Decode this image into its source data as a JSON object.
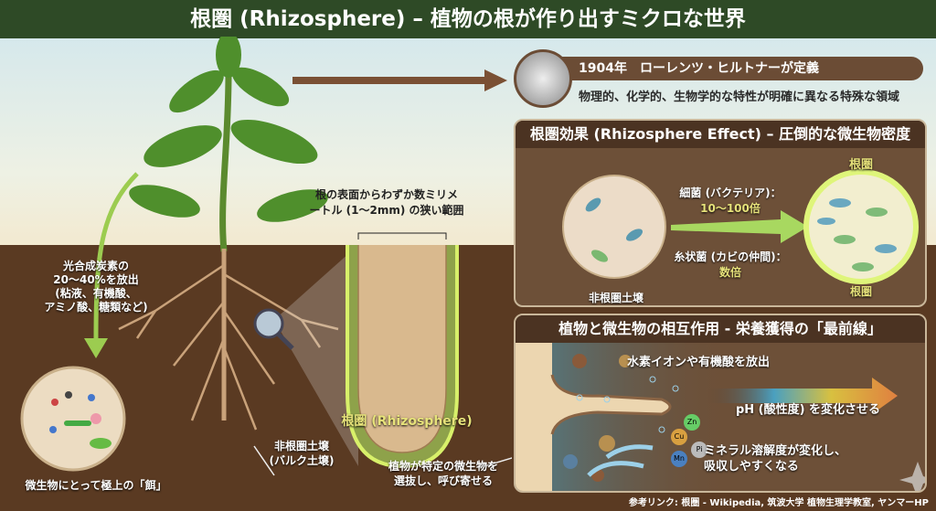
{
  "title": "根圏 (Rhizosphere) – 植物の根が作り出すミクロな世界",
  "history": {
    "heading": "1904年　ローレンツ・ヒルトナーが定義",
    "description": "物理的、化学的、生物学的な特性が明確に異なる特殊な領域"
  },
  "left": {
    "exudate_label": "光合成炭素の\n20〜40%を放出\n(粘液、有機酸、\nアミノ酸、糖類など)",
    "food_label": "微生物にとって極上の「餌」",
    "bulk_soil_label": "非根圏土壌\n(バルク土壌)",
    "root_range_label": "根の表面からわずか数ミリメ\nートル (1〜2mm) の狭い範囲",
    "rhizosphere_label": "根圏 (Rhizosphere)",
    "select_label": "植物が特定の微生物を\n選抜し、呼び寄せる"
  },
  "effect": {
    "title": "根圏効果 (Rhizosphere Effect) – 圧倒的な微生物密度",
    "bulk_label": "非根圏土壌",
    "rhizo_top": "根圏",
    "rhizo_bottom": "根圏",
    "bacteria_label": "細菌 (バクテリア)：",
    "bacteria_value": "10〜100倍",
    "fungi_label": "糸状菌 (カビの仲間)：",
    "fungi_value": "数倍"
  },
  "interaction": {
    "title": "植物と微生物の相互作用 - 栄養獲得の「最前線」",
    "release_label": "水素イオンや有機酸を放出",
    "ph_label": "pH (酸性度) を変化させる",
    "mineral_label": "ミネラル溶解度が変化し、\n吸収しやすくなる",
    "minerals": [
      "Zn",
      "Cu",
      "Mn",
      "Pi"
    ]
  },
  "reference": "参考リンク: 根圏 - Wikipedia, 筑波大学 植物生理学教室, ヤンマーHP",
  "colors": {
    "title_bg": "#2e4a26",
    "soil": "#5a3a22",
    "panel": "#6d5038",
    "highlight": "#e6e27a",
    "arrow_green": "#9ccc50"
  }
}
